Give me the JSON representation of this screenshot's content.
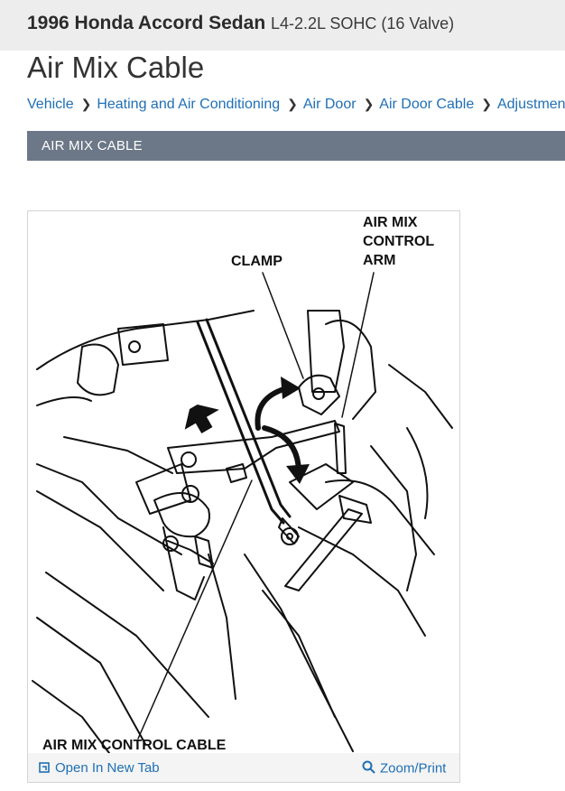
{
  "vehicle": {
    "name": "1996 Honda Accord Sedan",
    "spec": "L4-2.2L SOHC (16 Valve)"
  },
  "page": {
    "title": "Air Mix Cable"
  },
  "breadcrumb": [
    {
      "label": "Vehicle"
    },
    {
      "label": "Heating and Air Conditioning"
    },
    {
      "label": "Air Door"
    },
    {
      "label": "Air Door Cable"
    },
    {
      "label": "Adjustments"
    }
  ],
  "section": {
    "title": "AIR MIX CABLE"
  },
  "figure": {
    "labels": {
      "arm_line1": "AIR MIX",
      "arm_line2": "CONTROL",
      "arm_line3": "ARM",
      "clamp": "CLAMP",
      "cable": "AIR MIX CONTROL CABLE"
    },
    "footer": {
      "open_tab": "Open In New Tab",
      "zoom": "Zoom/Print"
    },
    "icons": {
      "open_tab": "open-in-new-tab-icon",
      "zoom": "magnifier-icon"
    }
  },
  "colors": {
    "link": "#1f6fb5",
    "section_bar": "#6c7887",
    "vehicle_bar": "#ededed"
  }
}
